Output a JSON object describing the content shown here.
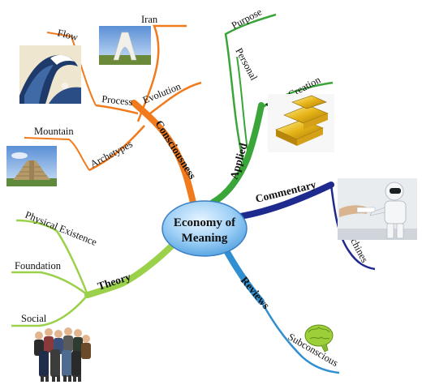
{
  "center": {
    "line1": "Economy of",
    "line2": "Meaning"
  },
  "branches": {
    "consciousness": {
      "label": "Consciousness",
      "color": "#f07a1c",
      "leaves": {
        "iran": "Iran",
        "flow": "Flow",
        "evolution": "Evolution",
        "process": "Process",
        "mountain": "Mountain",
        "archetypes": "Archetypes"
      }
    },
    "applied": {
      "label": "Applied",
      "color": "#3aa63a",
      "leaves": {
        "purpose": "Purpose",
        "personal": "Personal",
        "value_creation": "Value Creation"
      }
    },
    "commentary": {
      "label": "Commentary",
      "color": "#1f2a8f",
      "leaves": {
        "machines": "Machines"
      }
    },
    "theory": {
      "label": "Theory",
      "color": "#9bd14a",
      "leaves": {
        "physical_existence": "Physical Existence",
        "foundation": "Foundation",
        "social": "Social"
      }
    },
    "reviews": {
      "label": "Reviews",
      "color": "#2f8fd0",
      "leaves": {
        "subconscious": "Subconscious"
      }
    }
  },
  "images": [
    "great-wave-painting",
    "azadi-tower-photo",
    "mayan-pyramid-photo",
    "gold-bars-photo",
    "humanoid-robot-photo",
    "brain-icon",
    "group-of-people-photo"
  ]
}
